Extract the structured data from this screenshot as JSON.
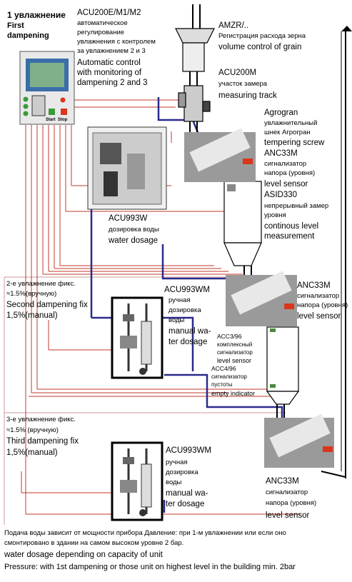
{
  "first": {
    "title_ru": "1 увлажнение",
    "title_en_1": "First",
    "title_en_2": "dampening",
    "acu200e": {
      "model": "ACU200E/M1/M2",
      "ru_1": "автоматическое",
      "ru_2": "регулирование",
      "ru_3": "увлажнения с контролем",
      "ru_4": "за увлажнением 2 и 3",
      "en_1": "Automatic control",
      "en_2": "with monitoring of",
      "en_3": "dampening 2 and 3"
    },
    "control_panel": {
      "start": "Start",
      "stop": "Stop"
    }
  },
  "amzr": {
    "model": "AMZR/..",
    "ru": "Регистрация расхода зерна",
    "en": "volume control of grain"
  },
  "acu200m": {
    "model": "ACU200M",
    "ru": "участок замера",
    "en": "measuring track"
  },
  "agrogran": {
    "model": "Agrogran",
    "ru_1": "увлажнительный",
    "ru_2": "шнек Агрогран",
    "en": "tempering screw"
  },
  "anc33m_1": {
    "model": "ANC33M",
    "ru_1": "сигнализатор",
    "ru_2": "напора (уровня)",
    "en": "level sensor"
  },
  "asid330": {
    "model": "ASID330",
    "ru_1": "непрерывный замер",
    "ru_2": "уровня",
    "en_1": "continous level",
    "en_2": "measurement"
  },
  "acu993w": {
    "model": "ACU993W",
    "ru": "дозировка воды",
    "en": "water dosage"
  },
  "second": {
    "ru_1": "2-е увлажнение фикс.",
    "ru_2": "≈1.5%(вручную)",
    "en_1": "Second dampening fix",
    "en_2": "1,5%(manual)",
    "acu993wm": {
      "model": "ACU993WM",
      "ru_1": "ручная",
      "ru_2": "дозировка",
      "ru_3": "воды",
      "en_1": "manual wa-",
      "en_2": "ter dosage"
    },
    "anc33m": {
      "model": "ANC33M",
      "ru_1": "сигнализатор",
      "ru_2": "напора (уровня)",
      "en": "level sensor"
    },
    "acc3": {
      "model": "ACC3/96",
      "ru_1": "комплексный",
      "ru_2": "сигнализатор",
      "en": "level sensor"
    },
    "acc4": {
      "model": "ACC4/96",
      "ru_1": "сигнализатор",
      "ru_2": "пустоты",
      "en": "empty indicator"
    }
  },
  "third": {
    "ru_1": "3-е увлажнение фикс.",
    "ru_2": "≈1.5% (вручную)",
    "en_1": "Third dampening fix",
    "en_2": "1,5%(manual)",
    "acu993wm": {
      "model": "ACU993WM",
      "ru_1": "ручная",
      "ru_2": "дозировка",
      "ru_3": "воды",
      "en_1": "manual wa-",
      "en_2": "ter dosage"
    },
    "anc33m": {
      "model": "ANC33M",
      "ru_1": "сигнализатор",
      "ru_2": "напора (уровня)",
      "en": "level sensor"
    }
  },
  "footer": {
    "ru_1": "Подача воды зависит от мощности прибора Давление: при 1-м увлажнении или если оно",
    "ru_2": "смонтировано в здании на самом высоком уровне 2 бар.",
    "en_1": "water dosage depending on capacity of unit",
    "en_2": "Pressure: with 1st dampening or those unit on highest level in the building min. 2bar"
  },
  "colors": {
    "wire_red": "#c0392b",
    "wire_blue": "#2a2a8c",
    "pipe": "#000000",
    "sensor": "#d9361c",
    "screen": "#7fb08a"
  }
}
